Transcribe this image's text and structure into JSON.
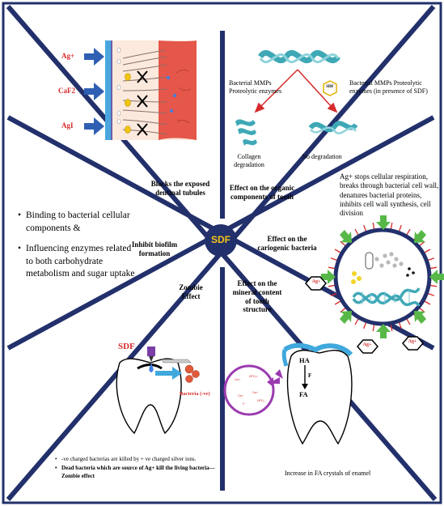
{
  "center": {
    "label": "SDF"
  },
  "sectors": {
    "blocks": {
      "label": "Blocks the exposed dentinal tubules"
    },
    "organic": {
      "label": "Effect on the organic components of tooth"
    },
    "cariogenic": {
      "label": "Effect on the cariogenic bacteria"
    },
    "mineral": {
      "label": "Effect on the mineral content of tooth structure"
    },
    "zombie": {
      "label": "Zombie Effect"
    },
    "biofilm": {
      "label": "Inhibit biofilm formation"
    }
  },
  "tubule_panel": {
    "labels": [
      "Ag+",
      "CaF2",
      "AgI"
    ]
  },
  "collagen_panel": {
    "left_caption": "Bacterial MMPs Proteolytic enzymes",
    "right_caption": "Bacterial MMPs Proteolytic enzymes (in presence of SDF)",
    "sdf_badge": "SDF",
    "degradation": "Collagen degradation",
    "no_degradation": "No degradation"
  },
  "bacteria_panel": {
    "text": "Ag+ stops cellular respiration, breaks through bacterial cell wall, denatures bacterial proteins, inhibits cell wall synthesis, cell division",
    "ion_label": "Ag+"
  },
  "biofilm_bullets": [
    "Binding to bacterial cellular components &",
    "Influencing enzymes related to both carbohydrate metabolism and sugar uptake"
  ],
  "zombie_panel": {
    "sdf_label": "SDF",
    "bacteria_label": "Bacteria (-ve)",
    "notes": [
      "-ve charged bacterias are killed by + ve charged silver ions.",
      "Dead bacteria which are source of Ag+ kill the living bacteria— Zombie effect"
    ]
  },
  "mineral_panel": {
    "ha": "HA",
    "f": "F",
    "fa": "FA",
    "caption": "Increase in FA crystals of enamel"
  },
  "colors": {
    "frame": "#22306b",
    "red": "#d62b2b",
    "blue_arrow": "#2f5fb3",
    "teal": "#3fa8b6"
  }
}
